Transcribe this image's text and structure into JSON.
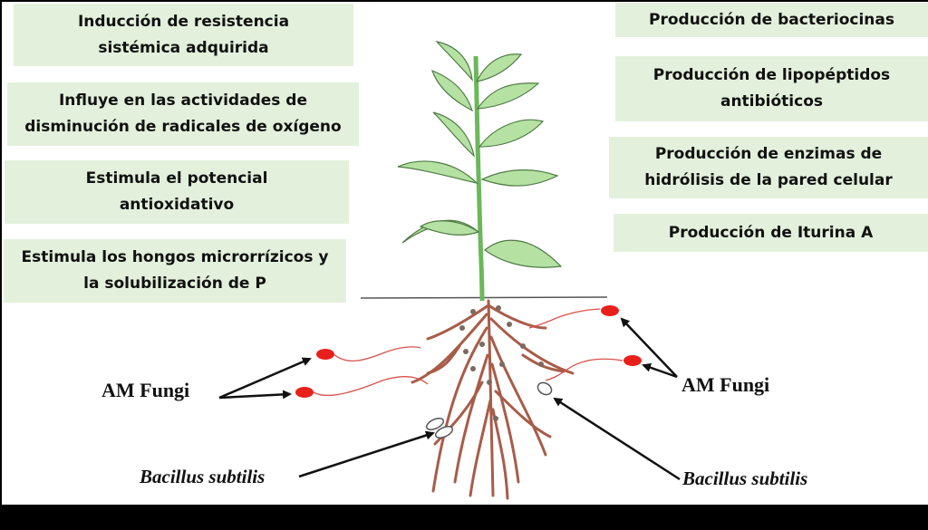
{
  "left_boxes": [
    {
      "line1": "Inducción de resistencia",
      "line2": "sistémica adquirida"
    },
    {
      "line1": "Influye en las actividades de",
      "line2": "disminución de radicales de oxígeno"
    },
    {
      "line1": "Estimula el potencial",
      "line2": "antioxidativo"
    },
    {
      "line1": "Estimula los hongos microrrízicos y",
      "line2": "la solubilización de P"
    }
  ],
  "right_boxes": [
    {
      "line1": "Producción de bacteriocinas"
    },
    {
      "line1": "Producción de lipopéptidos",
      "line2": "antibióticos"
    },
    {
      "line1": "Producción de enzimas de",
      "line2": "hidrólisis de la pared celular"
    },
    {
      "line1": "Producción de Iturina A"
    }
  ],
  "labels": {
    "am_fungi_left": "AM Fungi",
    "am_fungi_right": "AM Fungi",
    "bacillus_left": "Bacillus subtilis",
    "bacillus_right": "Bacillus subtilis"
  },
  "colors": {
    "box_fill": "#e3f1dc",
    "fungi_red": "#e8201c",
    "hyphae_red": "#d9534a",
    "leaf_green": "#9fd68a",
    "root_brown": "#b86a55"
  }
}
